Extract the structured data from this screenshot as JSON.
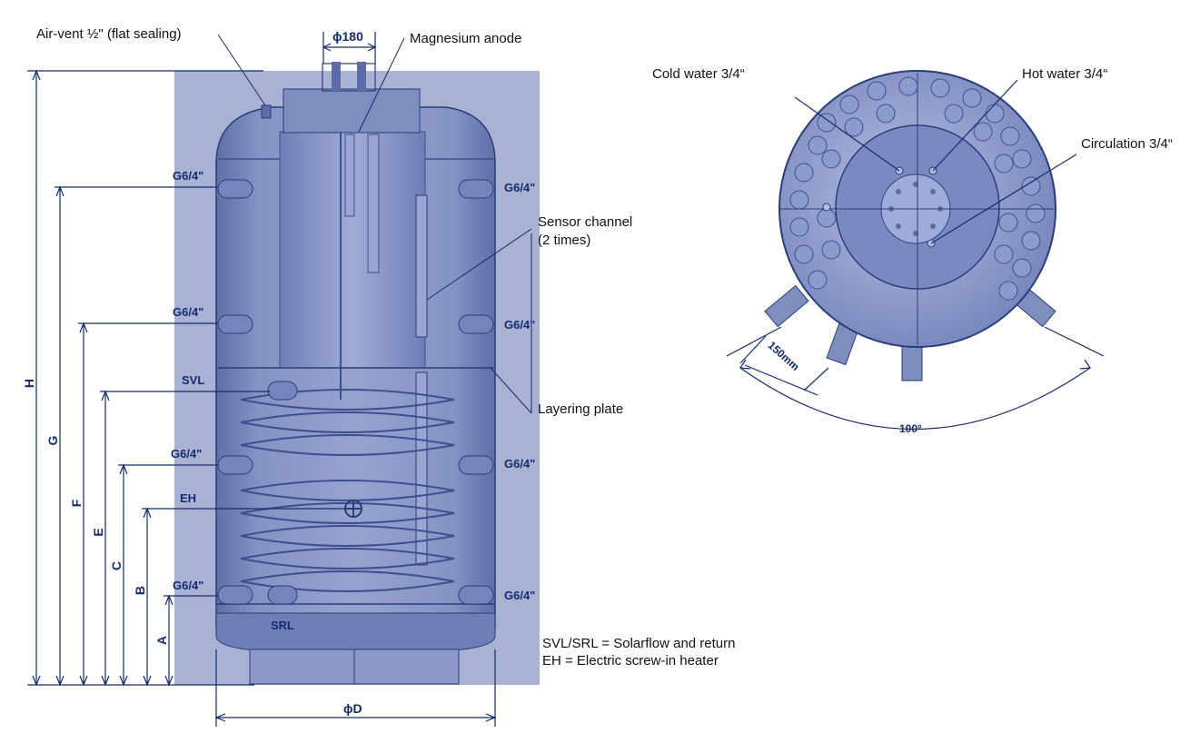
{
  "callouts": {
    "air_vent": "Air-vent ½\" (flat sealing)",
    "diameter_top": "ϕ180",
    "magnesium_anode": "Magnesium anode",
    "sensor_channel_1": "Sensor channel",
    "sensor_channel_2": "(2 times)",
    "layering_plate": "Layering plate",
    "cold_water": "Cold water 3/4“",
    "hot_water": "Hot water 3/4“",
    "circulation": "Circulation 3/4“"
  },
  "connections": {
    "g64": "G6/4\"",
    "svl": "SVL",
    "eh": "EH",
    "srl": "SRL"
  },
  "dimensions": {
    "h": "H",
    "g": "G",
    "f": "F",
    "e": "E",
    "c": "C",
    "b": "B",
    "a": "A",
    "diameter_bottom": "ϕD",
    "spacing": "150mm",
    "angle": "100°"
  },
  "legend": {
    "line1": "SVL/SRL = Solarflow and return",
    "line2": "EH = Electric screw-in heater"
  },
  "colors": {
    "background_panel": "#a9b2d2",
    "tank_fill": "#7f8dbf",
    "tank_dark": "#5d6ca7",
    "line": "#142c6e"
  }
}
